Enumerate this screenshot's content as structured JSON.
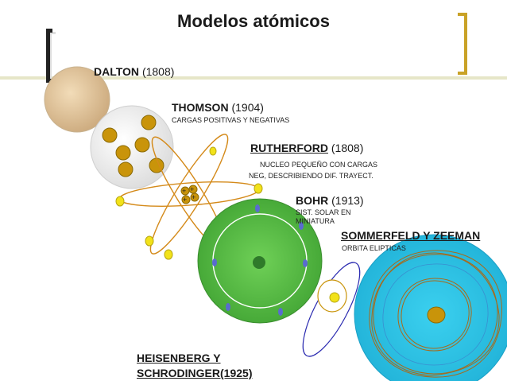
{
  "title": "Modelos atómicos",
  "models": {
    "dalton": {
      "name": "DALTON",
      "year": "(1808)"
    },
    "thomson": {
      "name": "THOMSON",
      "year": "(1904)",
      "note": "CARGAS POSITIVAS Y NEGATIVAS"
    },
    "rutherford": {
      "name": "RUTHERFORD",
      "year": "(1808)",
      "note_line1": "NUCLEO PEQUEÑO CON CARGAS",
      "note_line2": "NEG, DESCRIBIENDO DIF. TRAYECT."
    },
    "bohr": {
      "name": "BOHR",
      "year": "(1913)",
      "note_line1": "SIST. SOLAR EN",
      "note_line2": "MINIATURA"
    },
    "sommerfeld": {
      "name": "SOMMERFELD Y ZEEMAN",
      "note": "ORBITA ELIPTICAS"
    },
    "heisenberg": {
      "name_line1": "HEISENBERG Y",
      "name_line2": "SCHRODINGER(1925)"
    }
  },
  "colors": {
    "dalton_sphere": "#d8b98c",
    "thomson_sphere": "#e8e8e8",
    "charge": "#c9940a",
    "orbit": "#d48a1a",
    "electron": "#f2e21a",
    "bohr_sphere": "#5cbf45",
    "bohr_nucleus": "#2f7a2a",
    "bohr_electron": "#5a6bd0",
    "sommerfeld_orbit": "#2a2ab0",
    "quantum_sphere": "#28bfe0",
    "quantum_nucleus": "#c9940a"
  }
}
